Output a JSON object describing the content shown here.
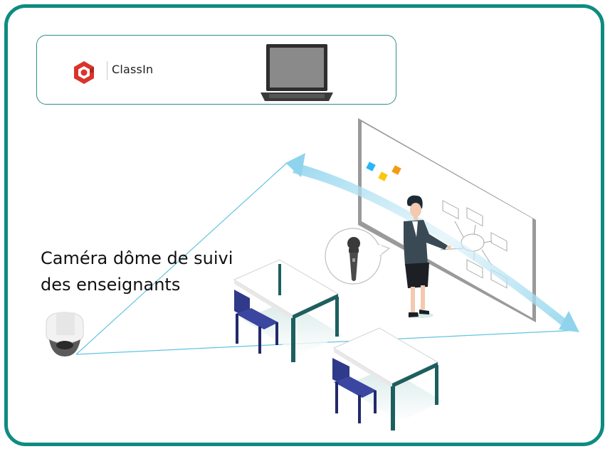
{
  "app": {
    "name": "ClassIn",
    "brand_color": "#d9342b"
  },
  "frame_color": "#0e8c80",
  "camera_label": {
    "line1": "Caméra dôme de suivi",
    "line2": "des enseignants"
  },
  "icons": [
    "classin-logo-icon",
    "laptop-icon",
    "microphone-icon",
    "dome-camera-icon"
  ]
}
